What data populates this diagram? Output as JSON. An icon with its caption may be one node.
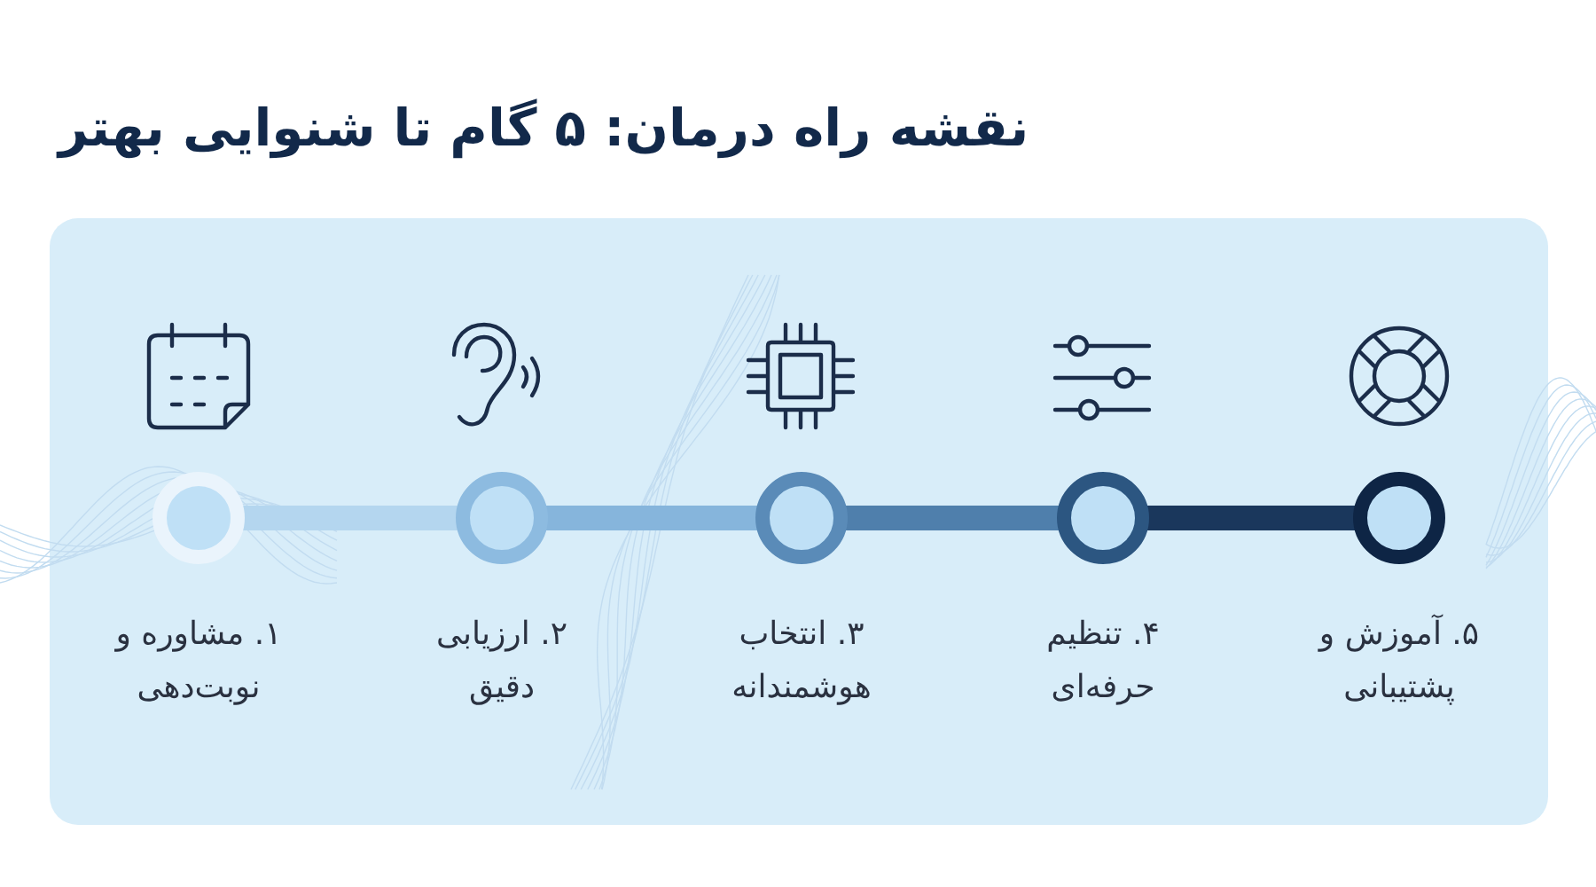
{
  "diagram": {
    "title": "نقشه راه درمان: ۵ گام تا شنوایی بهتر",
    "nodes": [
      {
        "text": [],
        "shape": "circle",
        "beside": [
          "۱. مشاوره و نوبت‌دهی"
        ]
      },
      {
        "text": [],
        "shape": "circle",
        "beside": [
          "۲. ارزیابی دقیق"
        ]
      },
      {
        "text": [],
        "shape": "circle",
        "beside": [
          "۳. انتخاب هوشمندانه"
        ]
      },
      {
        "text": [],
        "shape": "circle",
        "beside": [
          "۴. تنظیم حرفه‌ای"
        ]
      },
      {
        "text": [],
        "shape": "circle",
        "beside": [
          "۵. آموزش و پشتیبانی"
        ]
      }
    ],
    "edges": [
      {
        "from": 0,
        "to": 1,
        "arrow": "none",
        "color": "#b4d6ef"
      },
      {
        "from": 1,
        "to": 2,
        "arrow": "none",
        "color": "#86b5dc"
      },
      {
        "from": 2,
        "to": 3,
        "arrow": "none",
        "color": "#4f7fac"
      },
      {
        "from": 3,
        "to": 4,
        "arrow": "none",
        "color": "#1a375c"
      }
    ]
  }
}
